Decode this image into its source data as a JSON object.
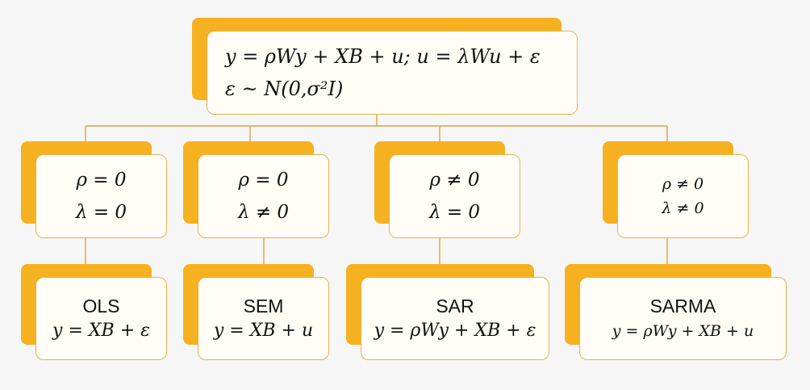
{
  "root": {
    "line1": "y = ρWy + XB + u;    u = λWu + ε",
    "line2": "ε ~ N(0,σ²I)"
  },
  "branches": [
    {
      "condition": {
        "rho": "ρ = 0",
        "lambda": "λ = 0"
      },
      "model": {
        "name": "OLS",
        "equation": "y = XB + ε"
      }
    },
    {
      "condition": {
        "rho": "ρ = 0",
        "lambda": "λ ≠ 0"
      },
      "model": {
        "name": "SEM",
        "equation": "y = XB + u"
      }
    },
    {
      "condition": {
        "rho": "ρ ≠ 0",
        "lambda": "λ = 0"
      },
      "model": {
        "name": "SAR",
        "equation": "y = ρWy + XB + ε"
      }
    },
    {
      "condition": {
        "rho": "ρ ≠ 0",
        "lambda": "λ ≠ 0"
      },
      "model": {
        "name": "SARMA",
        "equation": "y = ρWy + XB + u"
      }
    }
  ],
  "colors": {
    "accent": "#f5b120",
    "card_fill": "#fffdf6",
    "card_border": "#e8b24a",
    "connector": "#d9a441",
    "background": "#f6f6f6"
  }
}
